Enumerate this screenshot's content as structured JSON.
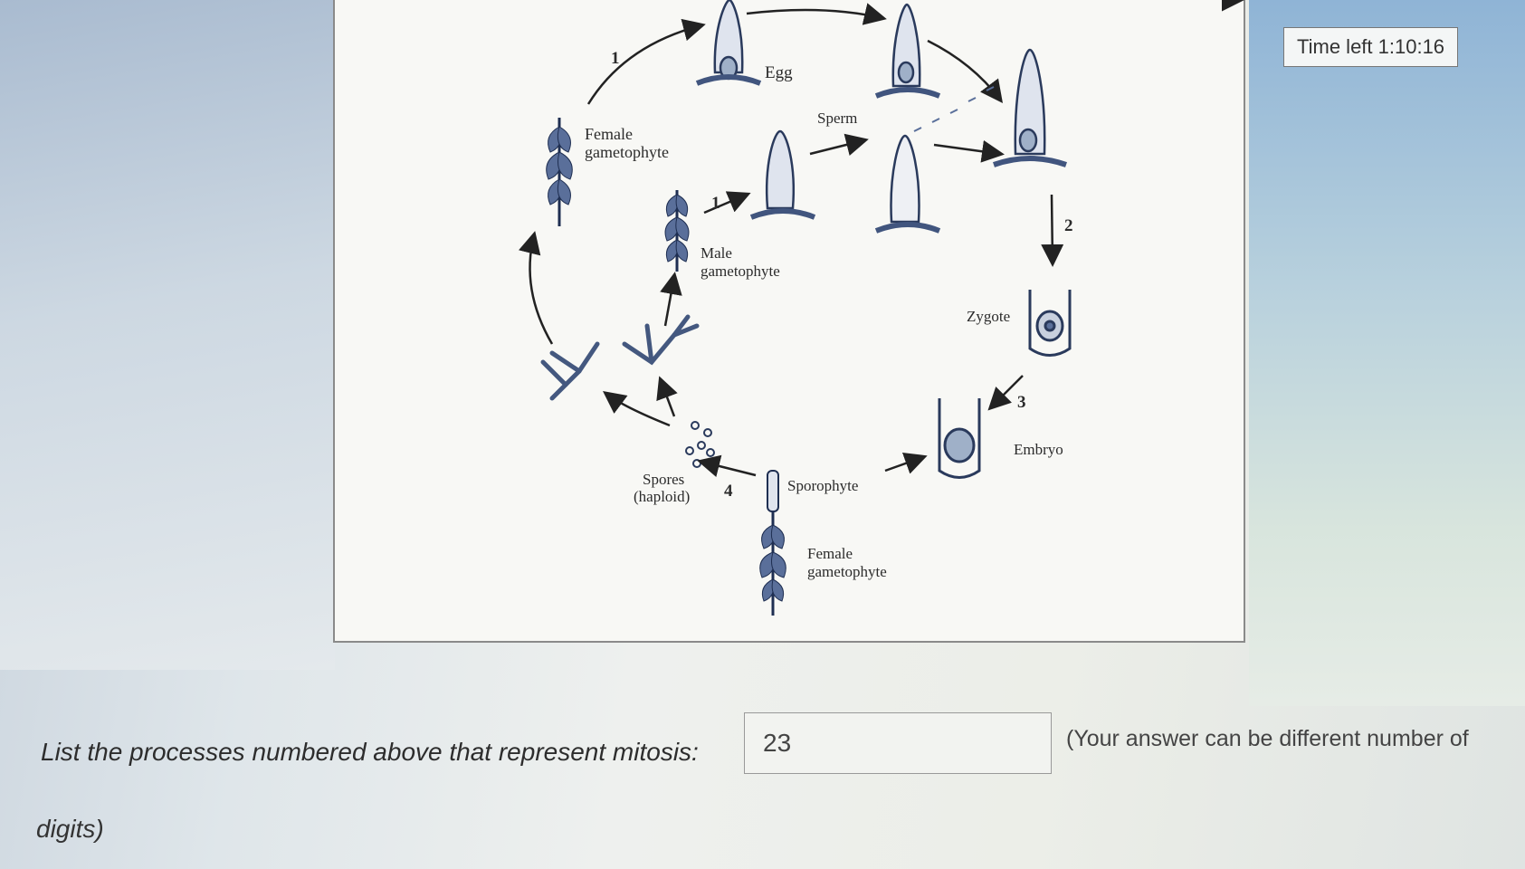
{
  "timer": {
    "text": "Time left 1:10:16"
  },
  "diagram": {
    "labels": {
      "female_gametophyte_top": "Female\ngametophyte",
      "egg": "Egg",
      "sperm": "Sperm",
      "male_gametophyte": "Male\ngametophyte",
      "zygote": "Zygote",
      "embryo": "Embryo",
      "sporophyte": "Sporophyte",
      "female_gametophyte_bottom": "Female\ngametophyte",
      "spores": "Spores\n(haploid)"
    },
    "numbers": {
      "step1_top": "1",
      "step1_mid": "1",
      "step2": "2",
      "step3": "3",
      "step4": "4"
    }
  },
  "question": {
    "prompt": "List the processes numbered above that represent mitosis:",
    "answer_value": "23",
    "hint_line1": "(Your answer can be different number of",
    "hint_line2": "digits)"
  }
}
